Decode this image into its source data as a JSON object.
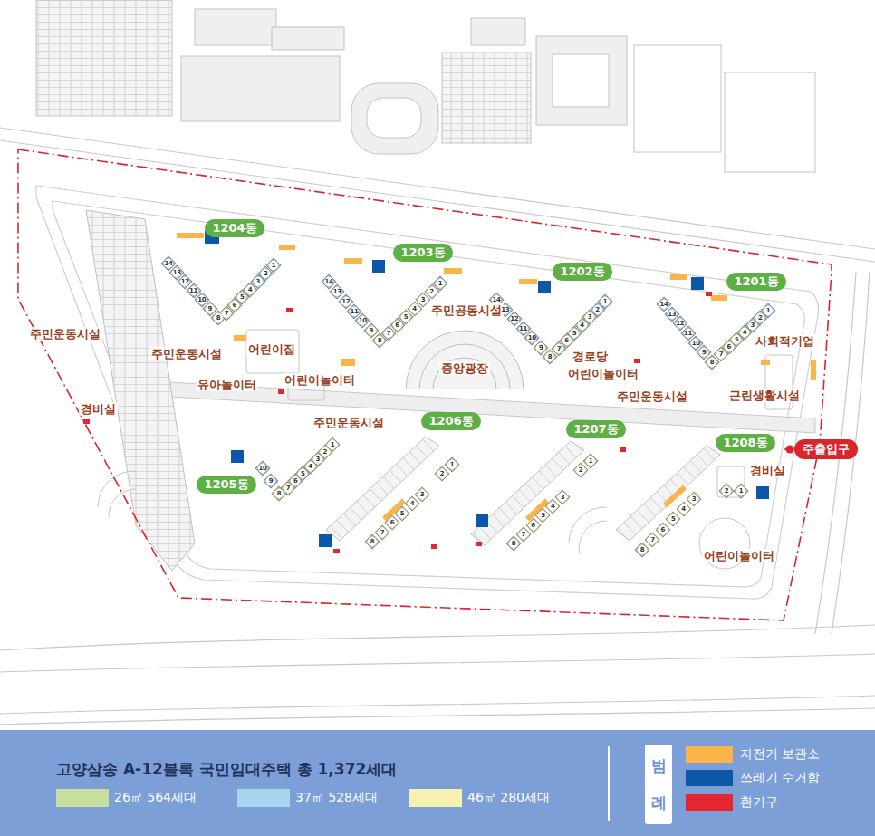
{
  "diagram": {
    "title": "고양삼송 A-12블록 국민임대주택 총 1,372세대",
    "nodes": [
      {
        "text": [
          "1204동"
        ]
      },
      {
        "text": [
          "1203동"
        ]
      },
      {
        "text": [
          "1202동"
        ]
      },
      {
        "text": [
          "1201동"
        ]
      },
      {
        "text": [
          "1206동"
        ]
      },
      {
        "text": [
          "1207동"
        ]
      },
      {
        "text": [
          "1208동"
        ]
      },
      {
        "text": [
          "주출입구"
        ]
      },
      {
        "text": [
          "1205동"
        ]
      },
      {
        "text": [
          "범례"
        ]
      }
    ],
    "labels": [
      "주민운동시설",
      "주민운동시설",
      "경비실",
      "어린이집",
      "유아놀이터",
      "어린이놀이터",
      "주민공동시설",
      "중앙광장",
      "경로당",
      "어린이놀이터",
      "주민운동시설",
      "사회적기업",
      "근린생활시설",
      "주민운동시설",
      "경비실",
      "어린이놀이터",
      "14",
      "13",
      "12",
      "11",
      "10",
      "9",
      "8",
      "7",
      "6",
      "5",
      "4",
      "3",
      "2",
      "1",
      "14",
      "13",
      "12",
      "11",
      "10",
      "9",
      "8",
      "7",
      "6",
      "5",
      "4",
      "3",
      "2",
      "1",
      "14",
      "13",
      "12",
      "11",
      "10",
      "9",
      "8",
      "7",
      "6",
      "5",
      "4",
      "3",
      "2",
      "1",
      "14",
      "13",
      "12",
      "11",
      "10",
      "9",
      "8",
      "7",
      "6",
      "5",
      "4",
      "3",
      "2",
      "1",
      "10",
      "9",
      "8",
      "7",
      "6",
      "5",
      "4",
      "3",
      "2",
      "1",
      "8",
      "7",
      "6",
      "5",
      "4",
      "3",
      "2",
      "1",
      "8",
      "7",
      "6",
      "5",
      "4",
      "3",
      "2",
      "1",
      "8",
      "7",
      "6",
      "5",
      "4",
      "3",
      "2",
      "1"
    ],
    "legend": [
      {
        "text": "26㎡ 564세대",
        "color": "#c6df9f"
      },
      {
        "text": "37㎡ 528세대",
        "color": "#a9d5ee"
      },
      {
        "text": "46㎡ 280세대",
        "color": "#f6f1b3"
      },
      {
        "text": "자전거 보관소",
        "color": "#f9b44a"
      },
      {
        "text": "쓰레기 수거함",
        "color": "#0e57a8"
      },
      {
        "text": "환기구",
        "color": "#e3262f"
      }
    ]
  }
}
